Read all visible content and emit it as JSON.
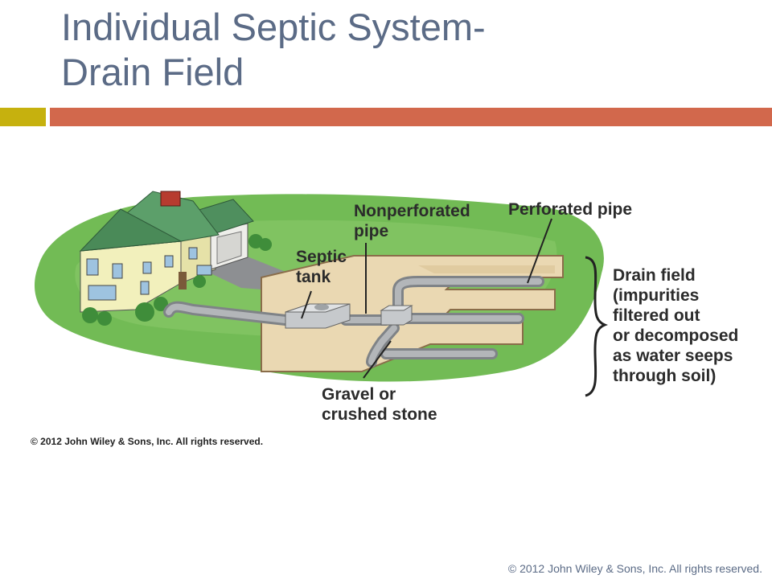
{
  "slide": {
    "title_line1": "Individual Septic System-",
    "title_line2": "Drain Field",
    "footer": "© 2012 John Wiley & Sons, Inc. All rights reserved."
  },
  "diagram": {
    "labels": {
      "nonperforated_line1": "Nonperforated",
      "nonperforated_line2": "pipe",
      "perforated": "Perforated pipe",
      "septic_line1": "Septic",
      "septic_line2": "tank",
      "drain_line1": "Drain field",
      "drain_line2": "(impurities",
      "drain_line3": "filtered out",
      "drain_line4": "or decomposed",
      "drain_line5": "as water seeps",
      "drain_line6": "through soil)",
      "gravel_line1": "Gravel or",
      "gravel_line2": "crushed stone"
    },
    "copyright": "© 2012 John Wiley & Sons, Inc. All rights reserved."
  },
  "colors": {
    "title": "#5b6b86",
    "accent_yellow": "#c6b10e",
    "accent_orange": "#d2684c",
    "lawn": "#6db74f",
    "trench": "#e9d9b4",
    "pipe": "#a5a8ab"
  },
  "icons": [
    "house-illustration",
    "septic-tank-box",
    "distribution-box"
  ]
}
